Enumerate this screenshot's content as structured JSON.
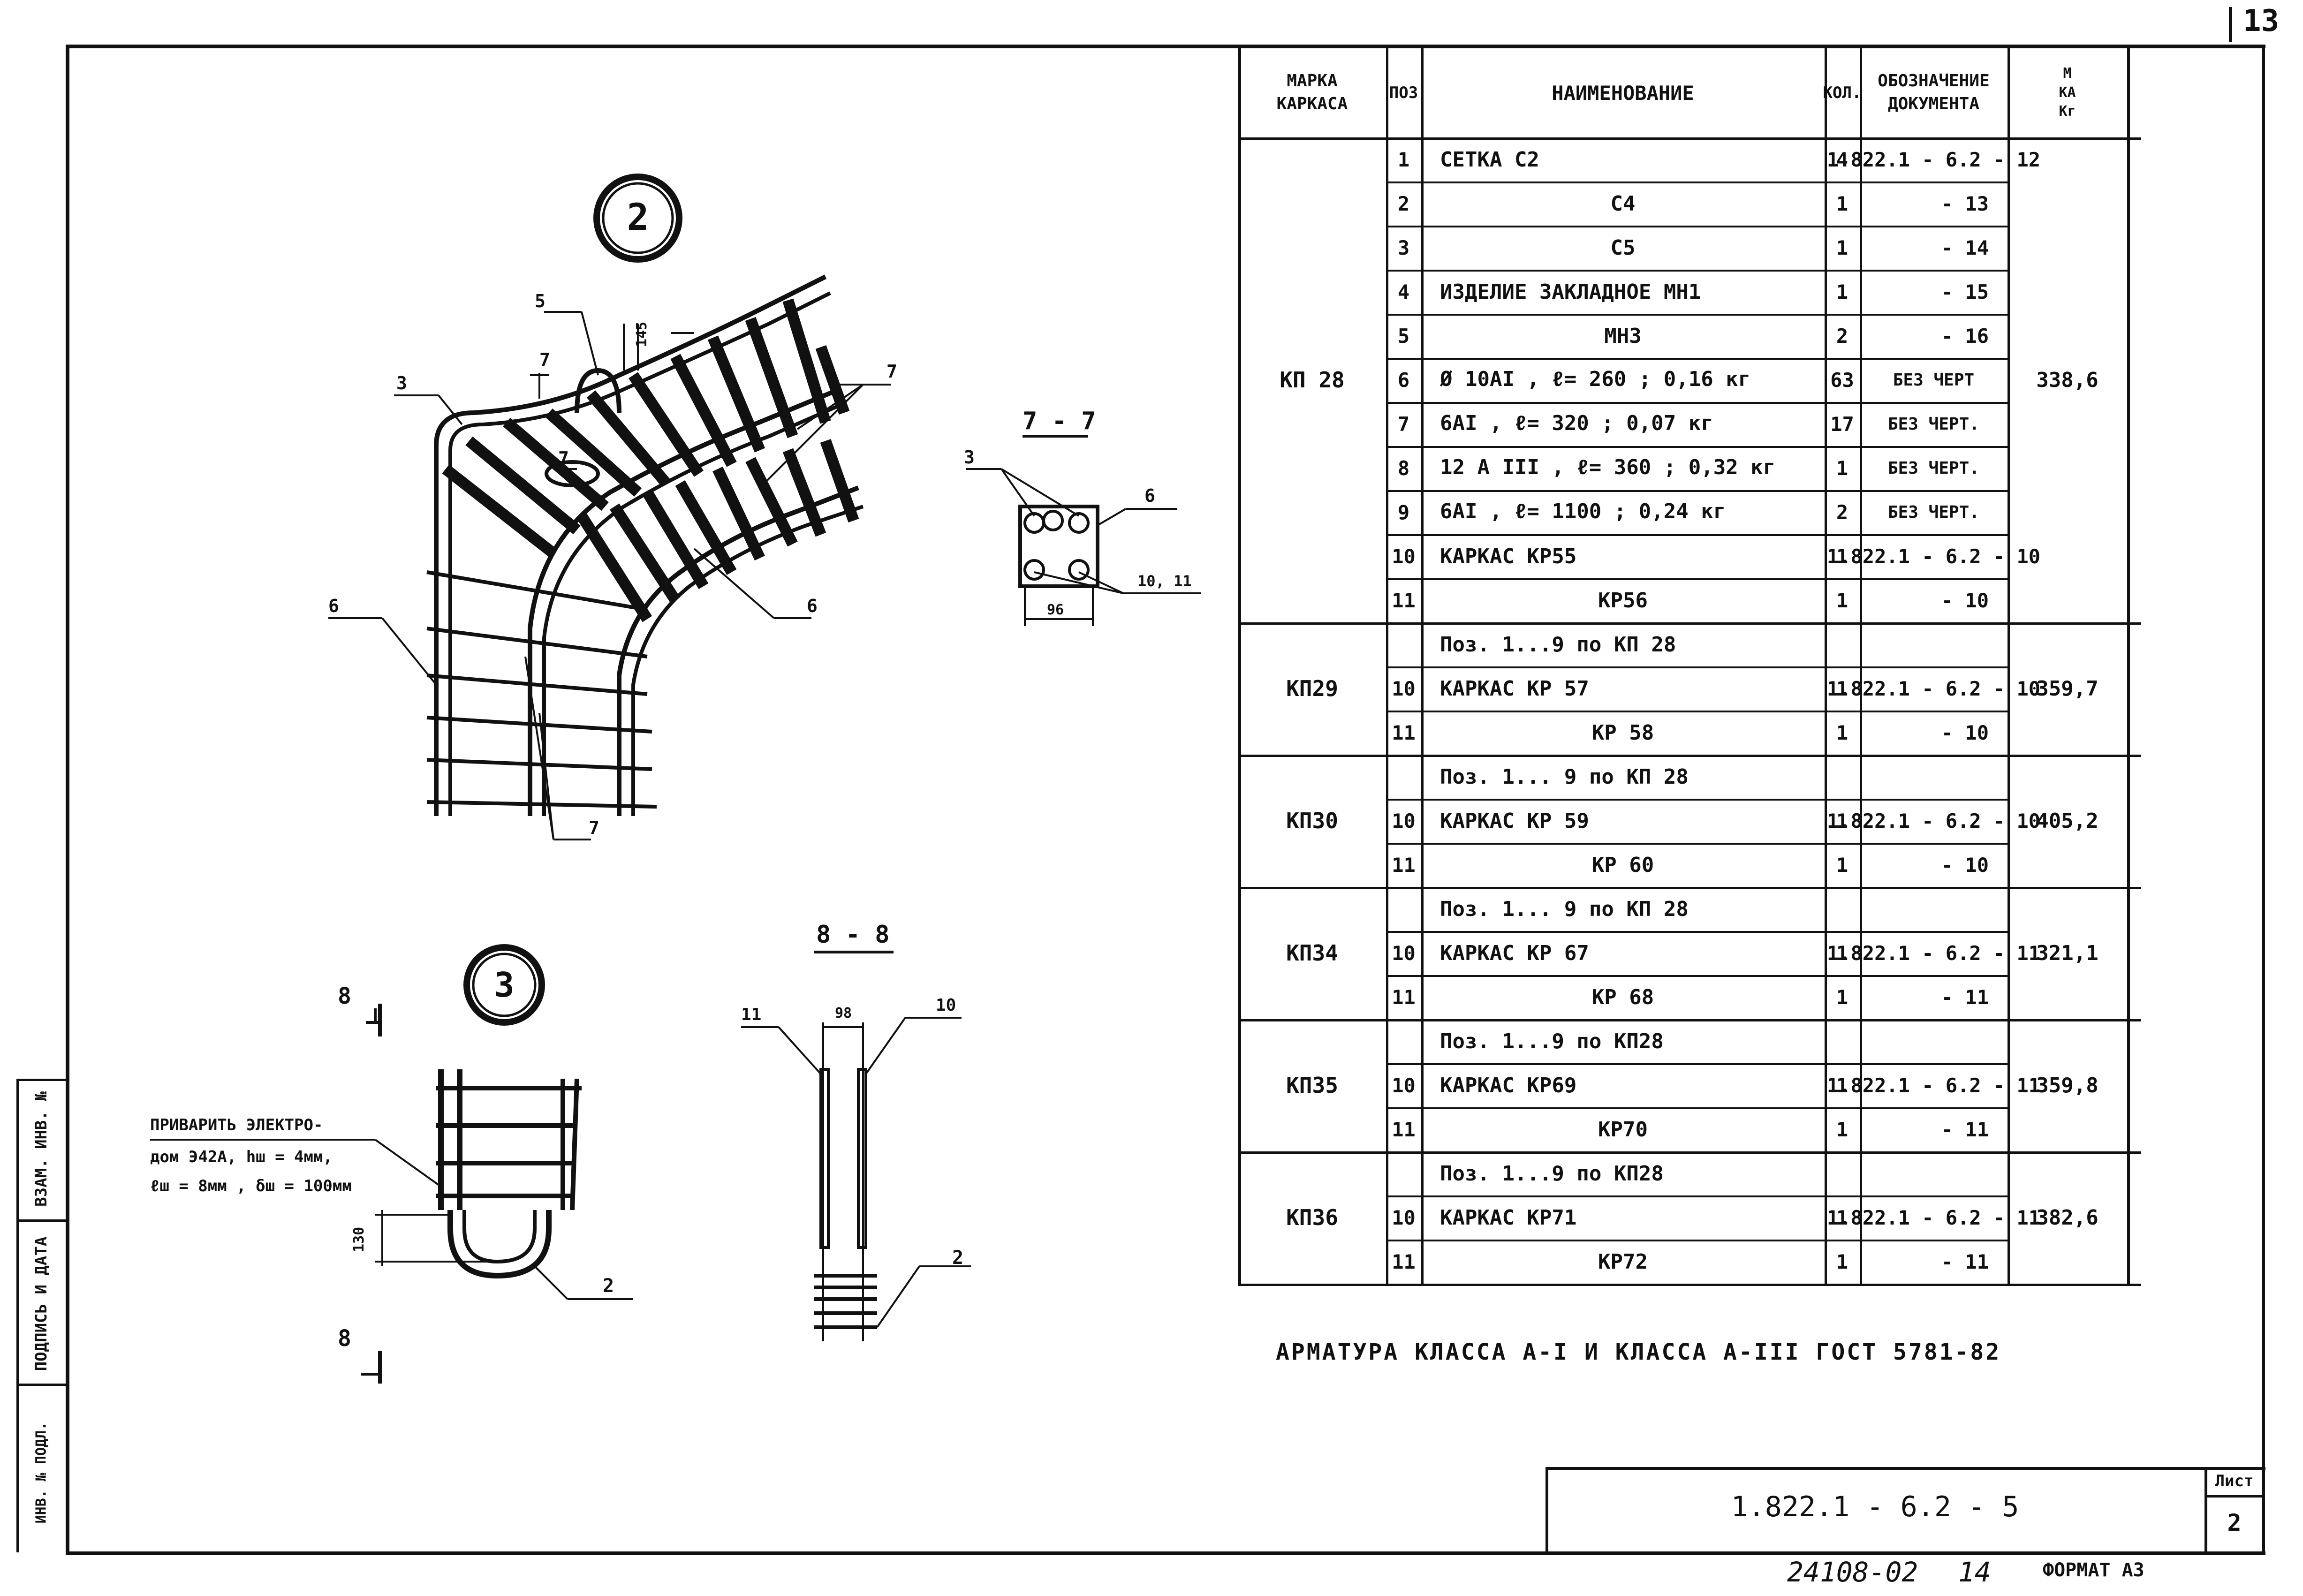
{
  "sheet_number_top": "13",
  "table": {
    "headers": {
      "marka": "МАРКА КАРКАСА",
      "marka_line1": "МАРКА",
      "marka_line2": "КАРКАСА",
      "pos": "ПОЗ",
      "name": "НАИМЕНОВАНИЕ",
      "qty": "КОЛ.",
      "doc": "ОБОЗНАЧЕНИЕ ДОКУМЕНТА",
      "doc_line1": "ОБОЗНАЧЕНИЕ",
      "doc_line2": "ДОКУМЕНТА",
      "mass": "М КА Кг",
      "mass_line1": "М",
      "mass_line2": "КА",
      "mass_line3": "Кг"
    },
    "groups": [
      {
        "marka": "КП 28",
        "mass": "338,6",
        "rows": [
          {
            "pos": "1",
            "name": "СЕТКА  С2",
            "qty": "4",
            "doc": "1.822.1 - 6.2 - 12"
          },
          {
            "pos": "2",
            "name": "С4",
            "qty": "1",
            "doc": "- 13"
          },
          {
            "pos": "3",
            "name": "С5",
            "qty": "1",
            "doc": "- 14"
          },
          {
            "pos": "4",
            "name": "ИЗДЕЛИЕ ЗАКЛАДНОЕ МН1",
            "qty": "1",
            "doc": "- 15"
          },
          {
            "pos": "5",
            "name": "МН3",
            "qty": "2",
            "doc": "- 16"
          },
          {
            "pos": "6",
            "name": "Ø 10АI , ℓ= 260 ; 0,16 кг",
            "qty": "63",
            "doc": "БЕЗ ЧЕРТ"
          },
          {
            "pos": "7",
            "name": "6АI , ℓ= 320 ; 0,07 кг",
            "qty": "17",
            "doc": "БЕЗ ЧЕРТ."
          },
          {
            "pos": "8",
            "name": "12 А III , ℓ= 360 ; 0,32 кг",
            "qty": "1",
            "doc": "БЕЗ ЧЕРТ."
          },
          {
            "pos": "9",
            "name": "6АI , ℓ= 1100 ; 0,24 кг",
            "qty": "2",
            "doc": "БЕЗ ЧЕРТ."
          },
          {
            "pos": "10",
            "name": "КАРКАС  КР55",
            "qty": "1",
            "doc": "1.822.1 - 6.2 - 10"
          },
          {
            "pos": "11",
            "name": "КР56",
            "qty": "1",
            "doc": "- 10"
          }
        ]
      },
      {
        "marka": "КП29",
        "mass": "359,7",
        "rows": [
          {
            "pos": "",
            "name": "Поз. 1...9 по КП 28",
            "qty": "",
            "doc": ""
          },
          {
            "pos": "10",
            "name": "КАРКАС  КР 57",
            "qty": "1",
            "doc": "1.822.1 - 6.2 - 10"
          },
          {
            "pos": "11",
            "name": "КР 58",
            "qty": "1",
            "doc": "- 10"
          }
        ]
      },
      {
        "marka": "КП30",
        "mass": "405,2",
        "rows": [
          {
            "pos": "",
            "name": "Поз. 1... 9 по КП 28",
            "qty": "",
            "doc": ""
          },
          {
            "pos": "10",
            "name": "КАРКАС  КР 59",
            "qty": "1",
            "doc": "1.822.1 - 6.2 - 10"
          },
          {
            "pos": "11",
            "name": "КР 60",
            "qty": "1",
            "doc": "- 10"
          }
        ]
      },
      {
        "marka": "КП34",
        "mass": "321,1",
        "rows": [
          {
            "pos": "",
            "name": "Поз. 1... 9 по КП 28",
            "qty": "",
            "doc": ""
          },
          {
            "pos": "10",
            "name": "КАРКАС  КР 67",
            "qty": "1",
            "doc": "1.822.1 - 6.2 - 11"
          },
          {
            "pos": "11",
            "name": "КР 68",
            "qty": "1",
            "doc": "- 11"
          }
        ]
      },
      {
        "marka": "КП35",
        "mass": "359,8",
        "rows": [
          {
            "pos": "",
            "name": "Поз. 1...9 по КП28",
            "qty": "",
            "doc": ""
          },
          {
            "pos": "10",
            "name": "КАРКАС  КР69",
            "qty": "1",
            "doc": "1.822.1 - 6.2 - 11"
          },
          {
            "pos": "11",
            "name": "КР70",
            "qty": "1",
            "doc": "- 11"
          }
        ]
      },
      {
        "marka": "КП36",
        "mass": "382,6",
        "rows": [
          {
            "pos": "",
            "name": "Поз. 1...9 по КП28",
            "qty": "",
            "doc": ""
          },
          {
            "pos": "10",
            "name": "КАРКАС  КР71",
            "qty": "1",
            "doc": "1.822.1 - 6.2 - 11"
          },
          {
            "pos": "11",
            "name": "КР72",
            "qty": "1",
            "doc": "- 11"
          }
        ]
      }
    ]
  },
  "note": "АРМАТУРА КЛАССА А-I И КЛАССА А-III ГОСТ 5781-82",
  "title_block": {
    "designation": "1.822.1 - 6.2 - 5",
    "sheet_label": "Лист",
    "sheet_value": "2"
  },
  "bottom": {
    "inventory": "24108-02",
    "page": "14",
    "format": "ФОРМАТ А3"
  },
  "side_stamp": {
    "vzam": "ВЗАМ. ИНВ. №",
    "sign_date": "ПОДПИСЬ И ДАТА",
    "inv_podl": "ИНВ. № ПОДЛ."
  },
  "drawing": {
    "node2_label": "2",
    "node3_label": "3",
    "callouts_node2": [
      "5",
      "3",
      "7",
      "7",
      "7",
      "6",
      "6",
      "7"
    ],
    "dim_145": "145",
    "section77_title": "7 - 7",
    "section77_callouts": [
      "3",
      "6",
      "10, 11"
    ],
    "section77_dim": "96",
    "section88_title": "8 - 8",
    "section88_callouts": [
      "11",
      "10",
      "2"
    ],
    "section88_dim": "98",
    "section_mark_8": "8",
    "dim_130": "130",
    "callout_2": "2",
    "weld_note_1": "ПРИВАРИТЬ ЭЛЕКТРО-",
    "weld_note_2": "дом Э42А, hш = 4мм,",
    "weld_note_3": "ℓш = 8мм , δш = 100мм"
  }
}
